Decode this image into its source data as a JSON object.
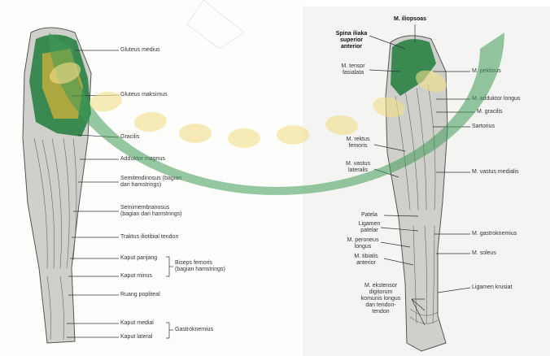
{
  "colors": {
    "watermark_green": "#3f9a57",
    "watermark_yellow": "#f2e08a",
    "muscle_dark": "#555555",
    "highlight_green": "#1f7d3c",
    "highlight_yellow": "#b9ab3d"
  },
  "left_figure": {
    "labels": {
      "gluteus_medius": "Gluteus medius",
      "gluteus_maksimus": "Gluteus maksimus",
      "gracilis": "Gracilis",
      "adduktor_magnus": "Adduktor magnus",
      "semitendinosus": "Semitendinosus (bagian\ndari hamstrings)",
      "semimembranosus": "Semimembranosus\n(bagian dari hamstrings)",
      "traktus": "Traktus iliotibial tendon",
      "kaput_panjang": "Kaput panjang",
      "kaput_minus": "Kaput minus",
      "biseps": "Biseps femoris\n(bagian hamstrings)",
      "ruang_popliteal": "Ruang popliteal",
      "kaput_medial": "Kaput medial",
      "kaput_lateral": "Kaput lateral",
      "gastroknemius": "Gastroknemius"
    }
  },
  "right_figure": {
    "labels": {
      "iliopsoas": "M. iliopsoas",
      "spina": "Spina iliaka\nsuperior\nanterior",
      "tensor": "M. tensor\nfasialata",
      "pektinus": "M. pektinus",
      "adduktor_longus": "M. adduktor longus",
      "gracilis": "M. gracilis",
      "sartorius": "Sartorius",
      "rektus": "M. rektus\nfemoris",
      "vastus_lateralis": "M. vastus\nlateralis",
      "vastus_medialis": "M. vastus medialis",
      "patela": "Patela",
      "ligamen_patelar": "Ligamen\npatelar",
      "peroneus": "M. peroneus\nlongus",
      "gastroknemius": "M. gastroknemius",
      "tibialis": "M. tibialis\nanterior",
      "soleus": "M. soleus",
      "ekstensor": "M. ekstensor\ndigitorum\nkomunis longus\ndan tendon-\ntendon",
      "ligamen_krusiat": "Ligamen krusiat"
    }
  }
}
